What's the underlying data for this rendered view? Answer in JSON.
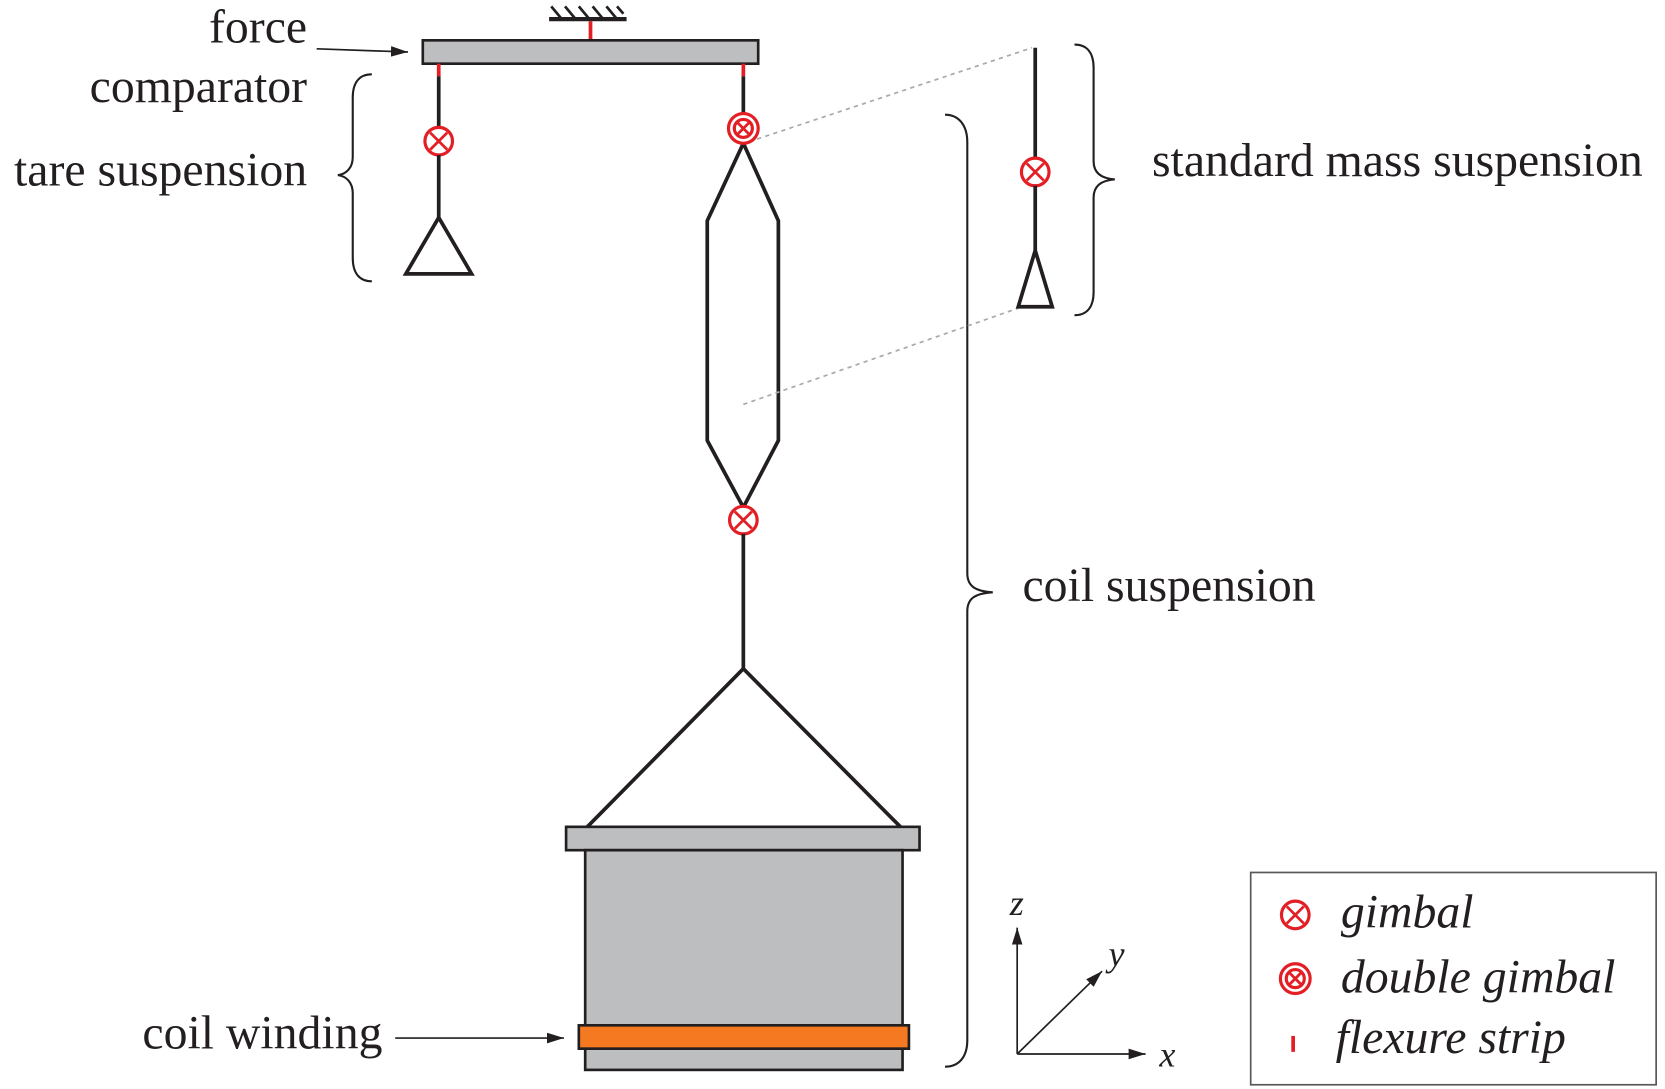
{
  "labels": {
    "force_line1": "force",
    "force_line2": "comparator",
    "tare": "tare suspension",
    "standard_mass": "standard mass suspension",
    "coil_suspension": "coil suspension",
    "coil_winding": "coil winding"
  },
  "axes": {
    "x": "x",
    "y": "y",
    "z": "z"
  },
  "legend": {
    "items": [
      {
        "symbol": "gimbal-icon",
        "label": "gimbal"
      },
      {
        "symbol": "double-gimbal-icon",
        "label": "double gimbal"
      },
      {
        "symbol": "flexure-strip-icon",
        "label": "flexure strip"
      }
    ]
  },
  "colors": {
    "gimbal": "#e31e24",
    "flexure": "#e31e24",
    "structure_fill": "#bcbec0",
    "winding": "#f47920",
    "line": "#231f20",
    "guide": "#a7a9ac"
  }
}
